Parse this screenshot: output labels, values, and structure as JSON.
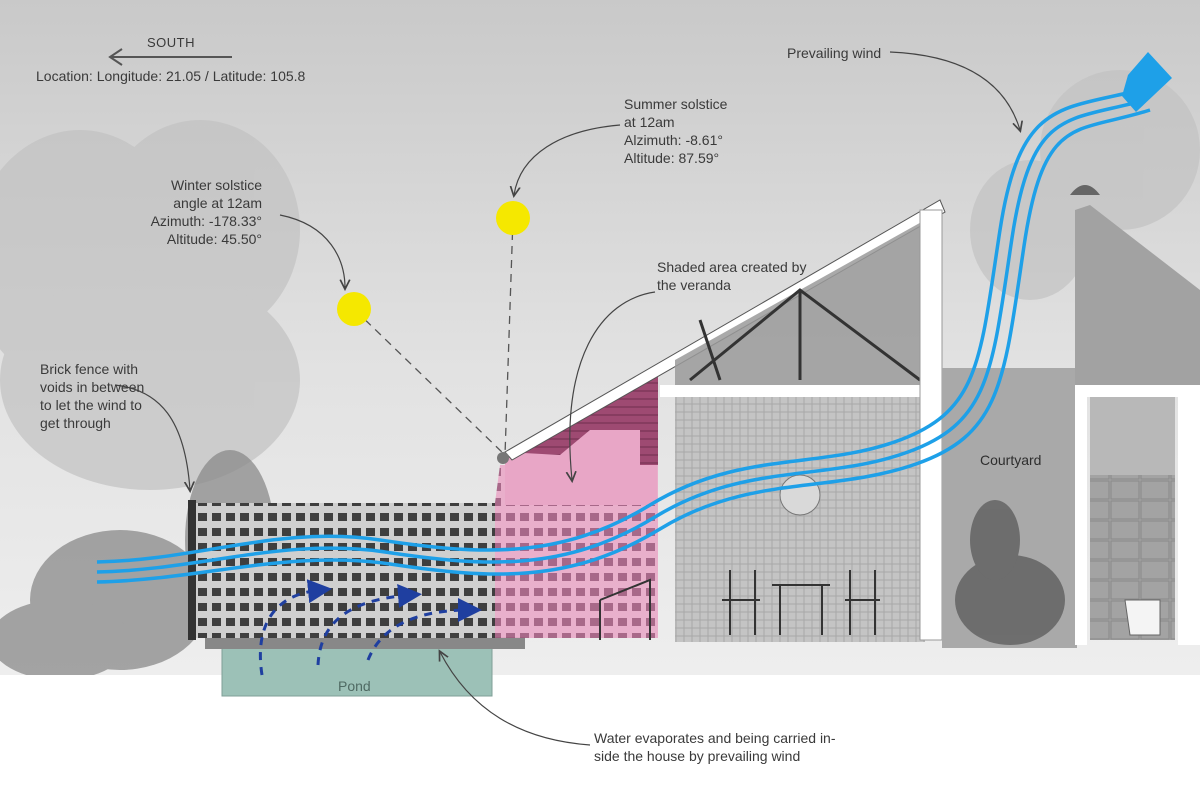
{
  "direction": {
    "label": "SOUTH"
  },
  "location": {
    "text": "Location: Longitude: 21.05 / Latitude: 105.8"
  },
  "summer_solstice": {
    "lines": [
      "Summer solstice",
      "at 12am",
      "Alzimuth: -8.61°",
      "Altitude:  87.59°"
    ]
  },
  "winter_solstice": {
    "lines": [
      "Winter solstice",
      "angle at 12am",
      "Azimuth: -178.33°",
      "Altitude: 45.50°"
    ]
  },
  "prevailing_wind": {
    "label": "Prevailing wind"
  },
  "shaded_area": {
    "lines": [
      "Shaded area created by",
      "the veranda"
    ]
  },
  "brick_fence": {
    "lines": [
      "Brick fence with",
      "voids in between",
      "to let the wind to",
      "get through"
    ]
  },
  "courtyard": {
    "label": "Courtyard"
  },
  "pond": {
    "label": "Pond"
  },
  "evaporation": {
    "lines": [
      "Water evaporates and being carried in-",
      "side the house by prevailing wind"
    ]
  },
  "colors": {
    "sky": "#d9d9d9",
    "sun": "#f5e800",
    "wind": "#1ea0e8",
    "evaporation_arrows": "#1f3fa0",
    "veranda_shade": "#e8a6c6",
    "roof_tile": "#9e4a72",
    "pond": "#9cc1b7",
    "wall": "#a9a9a9"
  }
}
